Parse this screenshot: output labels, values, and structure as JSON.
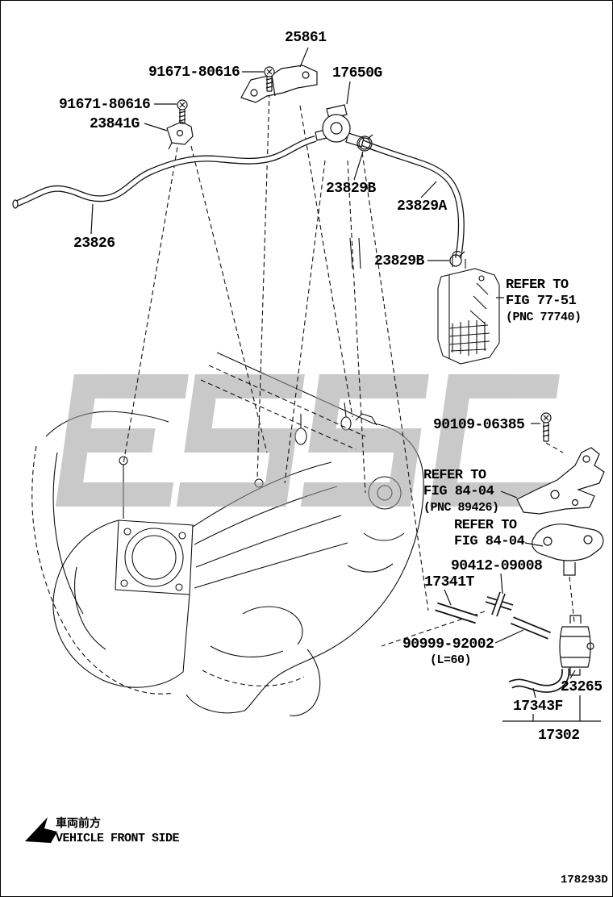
{
  "page": {
    "diagram_id": "178293D"
  },
  "labels": {
    "p25861": "25861",
    "p91671_a": "91671-80616",
    "p17650G": "17650G",
    "p91671_b": "91671-80616",
    "p23841G": "23841G",
    "p23829B_a": "23829B",
    "p23829A": "23829A",
    "p23826": "23826",
    "p23829B_b": "23829B",
    "refer_canister": {
      "line1": "REFER TO",
      "line2": "FIG 77-51",
      "line3": "(PNC 77740)"
    },
    "p90109": "90109-06385",
    "refer_bracket1": {
      "line1": "REFER TO",
      "line2": "FIG 84-04",
      "line3": "(PNC 89426)"
    },
    "refer_bracket2": {
      "line1": "REFER TO",
      "line2": "FIG 84-04"
    },
    "p90412": "90412-09008",
    "p17341T": "17341T",
    "p90999": "90999-92002",
    "p90999_note": "(L=60)",
    "p23265": "23265",
    "p17343F": "17343F",
    "p17302": "17302"
  },
  "footer": {
    "vehicle_front_jp": "車両前方",
    "vehicle_front_en": "VEHICLE FRONT SIDE"
  },
  "colors": {
    "line": "#111111",
    "watermark": "#9e9e9e"
  }
}
